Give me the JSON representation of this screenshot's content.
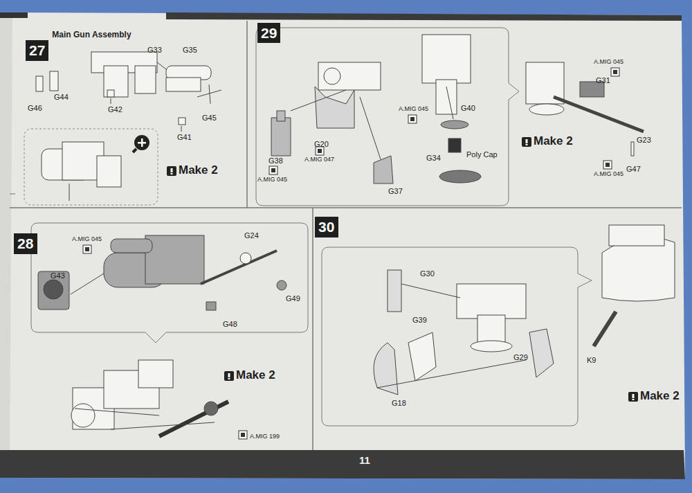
{
  "diagram": {
    "nodes": [
      {
        "text": [
          "27",
          "Main Gun Assembly"
        ]
      },
      {
        "text": [
          "29"
        ]
      },
      {
        "text": [
          "28"
        ]
      },
      {
        "text": [
          "30"
        ]
      },
      {
        "text": [
          "11"
        ]
      }
    ],
    "labels": [
      "G46",
      "G44",
      "G42",
      "G33",
      "G35",
      "G41",
      "G45",
      "Make 2",
      "G43",
      "A.MIG 045",
      "G24",
      "G49",
      "G48",
      "Make 2",
      "A.MIG 199",
      "G38",
      "A.MIG 045",
      "G20",
      "A.MIG 047",
      "G37",
      "A.MIG 045",
      "G40",
      "G34",
      "Poly Cap",
      "G31",
      "A.MIG 045",
      "Make 2",
      "G23",
      "G47",
      "A.MIG 045",
      "G30",
      "G39",
      "G29",
      "G18",
      "K9",
      "Make 2"
    ]
  }
}
